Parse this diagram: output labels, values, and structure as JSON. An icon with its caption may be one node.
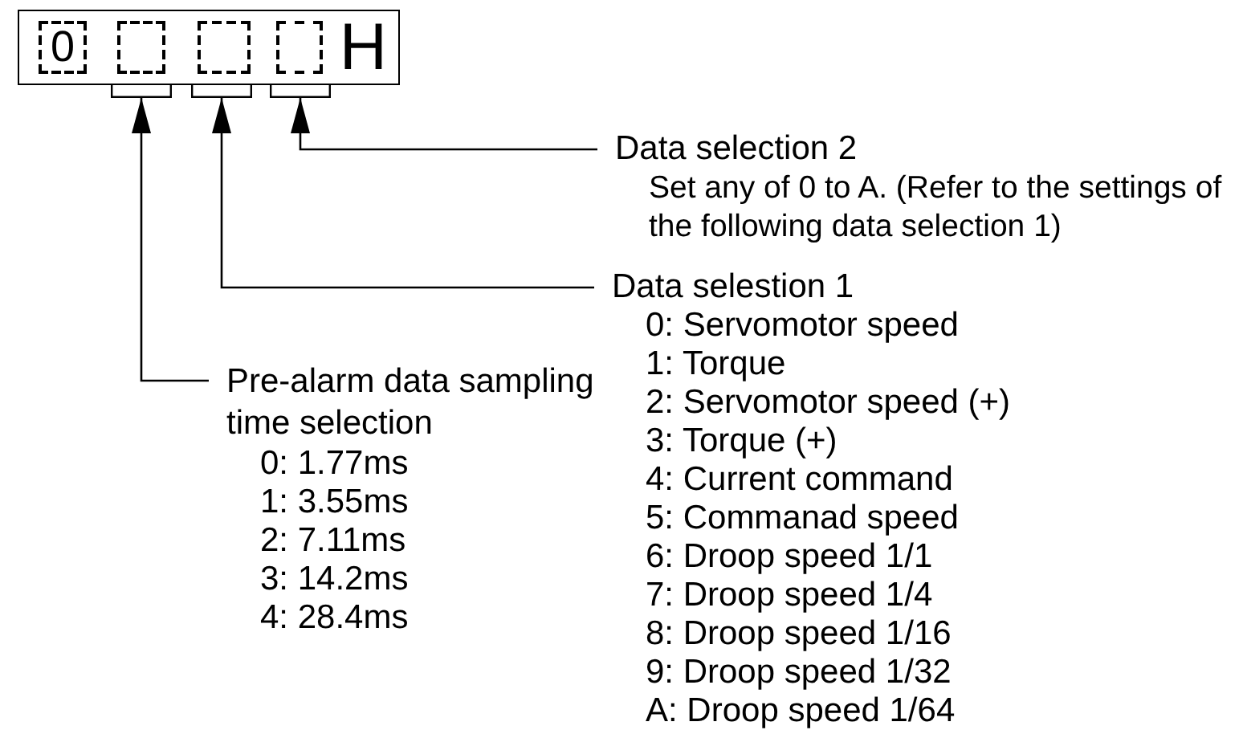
{
  "diagram": {
    "nodes": [
      {
        "text": [
          "H"
        ]
      },
      {
        "text": [
          "0"
        ],
        "in": 0
      },
      {
        "text": [],
        "shape": "box",
        "in": 0
      },
      {
        "text": [],
        "shape": "box",
        "in": 0
      },
      {
        "text": [],
        "shape": "box",
        "in": 0
      },
      {
        "text": [
          "Data selection 2",
          "Set any of 0 to A. (Refer to the settings of the following data selection 1)"
        ]
      },
      {
        "text": [
          "Data selestion 1",
          "0: Servomotor speed",
          "1: Torque",
          "2: Servomotor speed (+)",
          "3: Torque (+)",
          "4: Current command",
          "5: Commanad speed",
          "6: Droop speed 1/1",
          "7: Droop speed 1/4",
          "8: Droop speed 1/16",
          "9: Droop speed 1/32",
          "A: Droop speed 1/64"
        ]
      },
      {
        "text": [
          "Pre-alarm data sampling time selection",
          "0: 1.77ms",
          "1: 3.55ms",
          "2: 7.11ms",
          "3: 14.2ms",
          "4: 28.4ms"
        ]
      }
    ],
    "edges": [
      {
        "from": 5,
        "to": 4,
        "arrow": "to"
      },
      {
        "from": 6,
        "to": 3,
        "arrow": "to"
      },
      {
        "from": 7,
        "to": 2,
        "arrow": "to"
      }
    ]
  }
}
